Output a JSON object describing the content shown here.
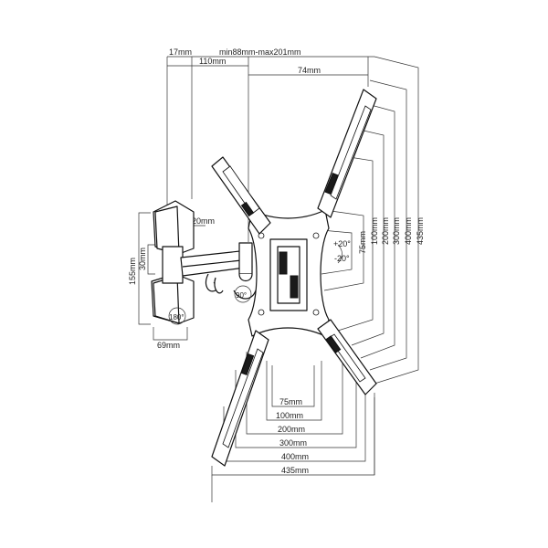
{
  "dimensions": {
    "top_17": "17mm",
    "top_110": "110mm",
    "top_range": "min88mm-max201mm",
    "top_74": "74mm",
    "right_100": "100mm",
    "right_75": "75mm",
    "right_200": "200mm",
    "right_300": "300mm",
    "right_400": "400mm",
    "right_435": "435mm",
    "left_155": "155mm",
    "left_30": "30mm",
    "left_20": "20mm",
    "left_69": "69mm",
    "bottom_75": "75mm",
    "bottom_100": "100mm",
    "bottom_200": "200mm",
    "bottom_300": "300mm",
    "bottom_400": "400mm",
    "bottom_435": "435mm"
  },
  "angles": {
    "tilt_up": "+20°",
    "tilt_down": "-20°",
    "swivel": "90°",
    "rotate": "180°"
  }
}
